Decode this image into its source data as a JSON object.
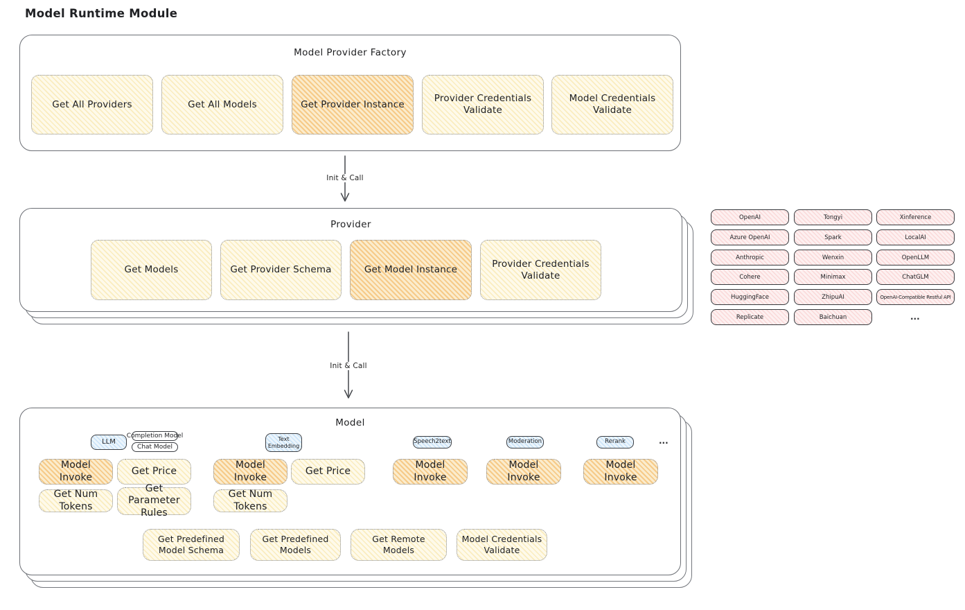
{
  "page": {
    "title": "Model Runtime Module"
  },
  "arrows": {
    "init_call": "Init & Call"
  },
  "factory": {
    "title": "Model Provider Factory",
    "buttons": [
      {
        "label": "Get All Providers",
        "highlight": false
      },
      {
        "label": "Get All Models",
        "highlight": false
      },
      {
        "label": "Get Provider Instance",
        "highlight": true
      },
      {
        "label": "Provider Credentials Validate",
        "highlight": false
      },
      {
        "label": "Model Credentials Validate",
        "highlight": false
      }
    ]
  },
  "provider": {
    "title": "Provider",
    "buttons": [
      {
        "label": "Get Models",
        "highlight": false
      },
      {
        "label": "Get Provider Schema",
        "highlight": false
      },
      {
        "label": "Get Model Instance",
        "highlight": true
      },
      {
        "label": "Provider Credentials Validate",
        "highlight": false
      }
    ]
  },
  "provider_list": {
    "columns": [
      {
        "items": [
          "OpenAI",
          "Azure OpenAI",
          "Anthropic",
          "Cohere",
          "HuggingFace",
          "Replicate"
        ]
      },
      {
        "items": [
          "Tongyi",
          "Spark",
          "Wenxin",
          "Minimax",
          "ZhipuAI",
          "Baichuan"
        ]
      },
      {
        "items": [
          "Xinference",
          "LocalAI",
          "OpenLLM",
          "ChatGLM",
          "OpenAI-Compatible Restful API"
        ],
        "more": "..."
      }
    ]
  },
  "model": {
    "title": "Model",
    "tags": {
      "llm": "LLM",
      "completion_model": "Completion Model",
      "chat_model": "Chat Model",
      "text_embedding": "Text Embedding",
      "speech2text": "Speech2text",
      "moderation": "Moderation",
      "rerank": "Rerank",
      "more": "..."
    },
    "actions": {
      "model_invoke": "Model Invoke",
      "get_price": "Get Price",
      "get_num_tokens": "Get Num Tokens",
      "get_parameter_rules": "Get Parameter Rules"
    },
    "bottom_buttons": [
      {
        "label": "Get Predefined Model Schema"
      },
      {
        "label": "Get Predefined Models"
      },
      {
        "label": "Get Remote Models"
      },
      {
        "label": "Model Credentials Validate"
      }
    ]
  },
  "colors": {
    "button_yellow": "#ffec99",
    "button_highlight_orange": "#f2ae50",
    "tag_blue": "#a5d8ff",
    "pill_pink": "#ffc9c9",
    "container_border": "#6b6e74",
    "text": "#202124"
  }
}
